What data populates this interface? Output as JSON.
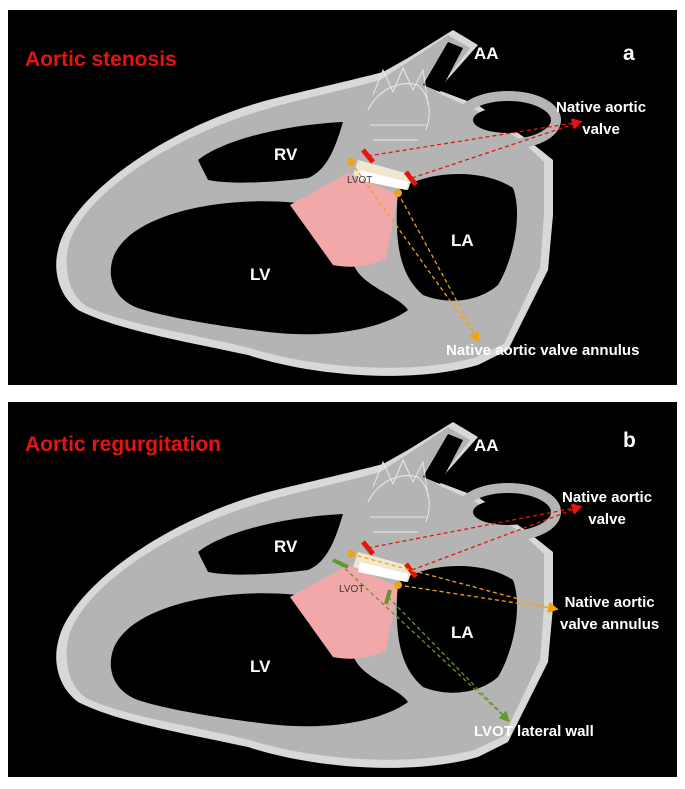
{
  "panel_a": {
    "title": "Aortic stenosis",
    "letter": "a",
    "chambers": {
      "aa": "AA",
      "rv": "RV",
      "la": "LA",
      "lv": "LV",
      "lvot": "LVOT"
    },
    "annotations": {
      "native_valve_line1": "Native aortic",
      "native_valve_line2": "valve",
      "annulus": "Native aortic valve annulus"
    },
    "colors": {
      "title": "#e8140c",
      "valve_arrow": "#e8140c",
      "annulus_arrow": "#f0a218",
      "lvot_fill": "#f2a7a9",
      "tissue": "#b5b5b5"
    }
  },
  "panel_b": {
    "title": "Aortic regurgitation",
    "letter": "b",
    "chambers": {
      "aa": "AA",
      "rv": "RV",
      "la": "LA",
      "lv": "LV",
      "lvot": "LVOT"
    },
    "annotations": {
      "native_valve_line1": "Native aortic",
      "native_valve_line2": "valve",
      "annulus_line1": "Native aortic",
      "annulus_line2": "valve annulus",
      "lateral_wall": "LVOT  lateral wall"
    },
    "colors": {
      "title": "#e8140c",
      "valve_arrow": "#e8140c",
      "annulus_arrow": "#f0a218",
      "wall_arrow": "#5e9a2e"
    }
  }
}
